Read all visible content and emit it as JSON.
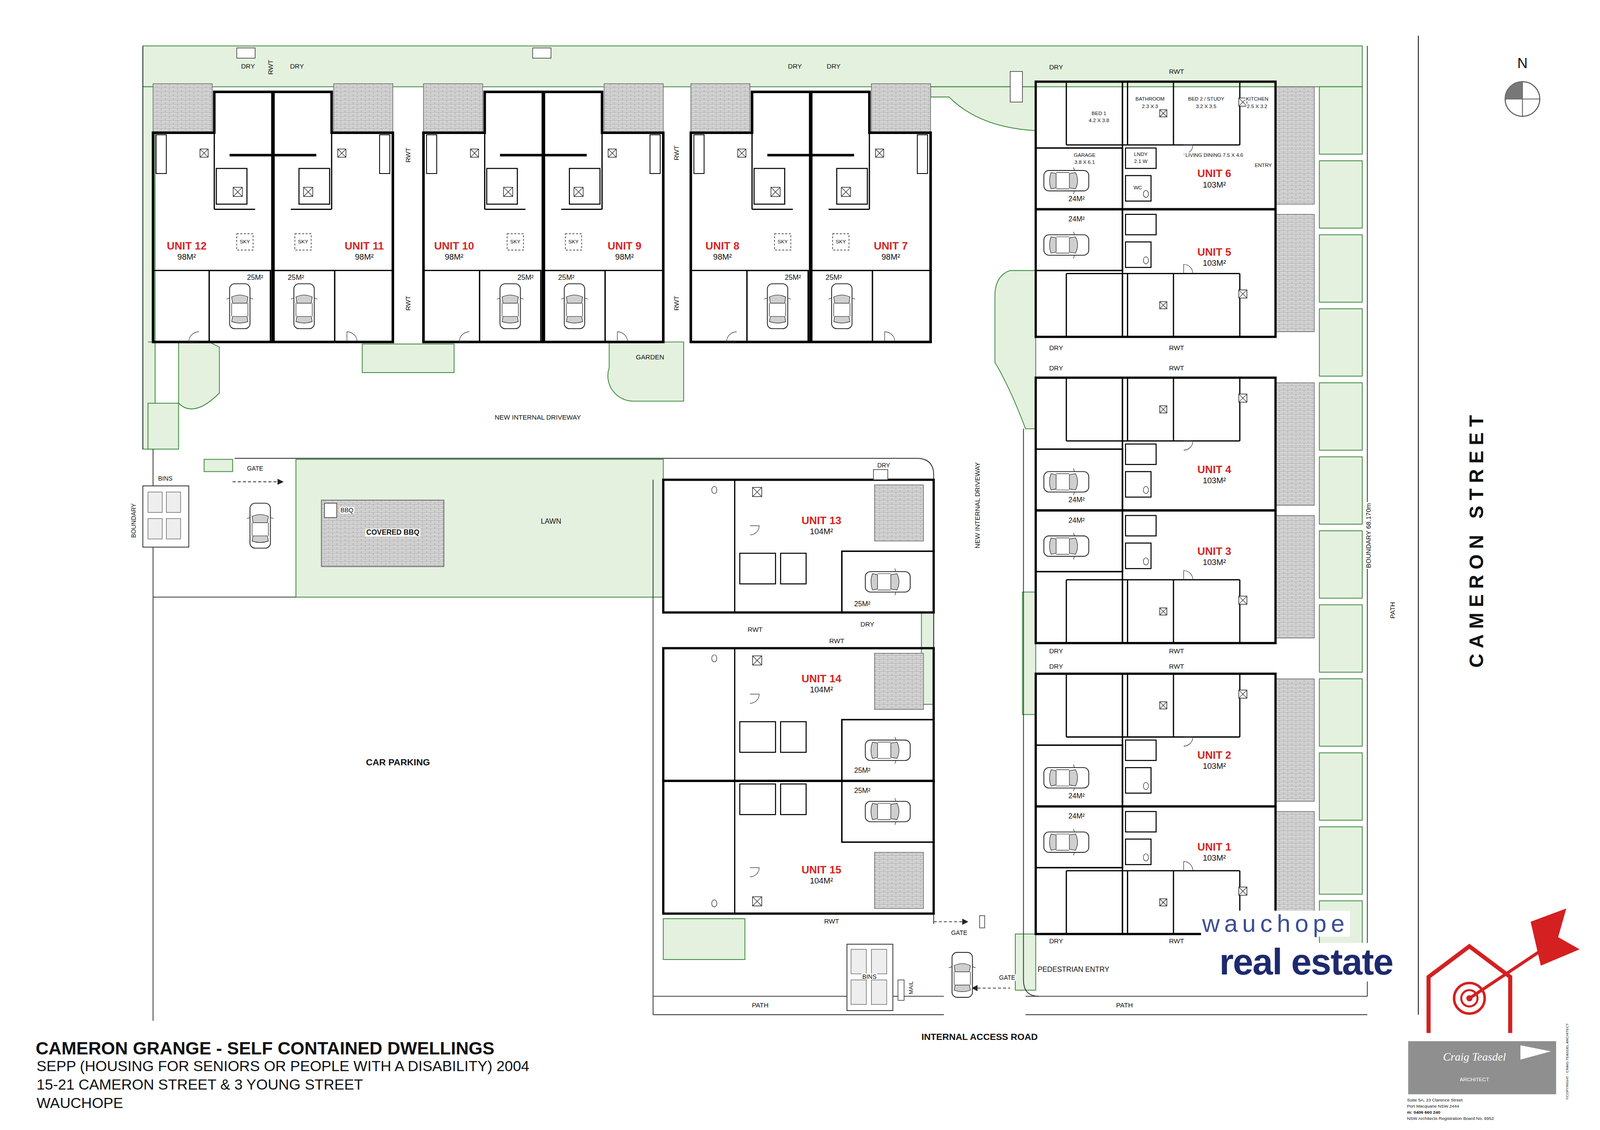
{
  "diagram": {
    "title": "CAMERON GRANGE - SELF CONTAINED DWELLINGS",
    "nodes": [
      {
        "text": [
          "UNIT 12",
          "98M²"
        ]
      },
      {
        "text": [
          "UNIT 11",
          "98M²"
        ]
      },
      {
        "text": [
          "UNIT 10",
          "98M²"
        ]
      },
      {
        "text": [
          "UNIT 9",
          "98M²"
        ]
      },
      {
        "text": [
          "UNIT 8",
          "98M²"
        ]
      },
      {
        "text": [
          "UNIT 7",
          "98M²"
        ]
      },
      {
        "text": [
          "UNIT 6",
          "103M²"
        ]
      },
      {
        "text": [
          "UNIT 5",
          "103M²"
        ]
      },
      {
        "text": [
          "UNIT 4",
          "103M²"
        ]
      },
      {
        "text": [
          "UNIT 3",
          "103M²"
        ]
      },
      {
        "text": [
          "UNIT 2",
          "103M²"
        ]
      },
      {
        "text": [
          "UNIT 1",
          "103M²"
        ]
      },
      {
        "text": [
          "UNIT 13",
          "104M²"
        ]
      },
      {
        "text": [
          "UNIT 14",
          "104M²"
        ]
      },
      {
        "text": [
          "UNIT 15",
          "104M²"
        ]
      }
    ],
    "labels": [
      "DRY",
      "RWT",
      "DRY",
      "DRY",
      "DRY",
      "RWT",
      "RWT",
      "RWT",
      "RWT",
      "SKY",
      "SKY",
      "SKY",
      "SKY",
      "SKY",
      "SKY",
      "25M²",
      "25M²",
      "25M²",
      "25M²",
      "25M²",
      "25M²",
      "GARDEN",
      "NEW INTERNAL DRIVEWAY",
      "DRY",
      "RWT",
      "BED 1",
      "4.2 X 3.8",
      "BATHROOM",
      "2.3 X 3",
      "BED 2 / STUDY",
      "3.2 X 3.5",
      "KITCHEN",
      "2.5 X 3.2",
      "ENTRY",
      "GARAGE",
      "3.8 X 6.1",
      "LNDY",
      "2.1 W",
      "WC",
      "LIVING DINING 7.5 X 4.6",
      "24M²",
      "24M²",
      "DRY",
      "RWT",
      "DRY",
      "RWT",
      "24M²",
      "24M²",
      "DRY",
      "RWT",
      "DRY",
      "RWT",
      "24M²",
      "24M²",
      "DRY",
      "RWT",
      "BINS",
      "GATE",
      "BOUNDARY",
      "BBQ",
      "COVERED BBQ",
      "LAWN",
      "DRY",
      "25M²",
      "RWT",
      "RWT",
      "DRY",
      "25M²",
      "25M²",
      "RWT",
      "NEW INTERNAL DRIVEWAY",
      "CAR PARKING",
      "GATE",
      "BINS",
      "MAIL",
      "PEDESTRIAN ENTRY",
      "GATE",
      "PATH",
      "PATH",
      "INTERNAL ACCESS ROAD",
      "BOUNDARY 68.170m",
      "PATH",
      "CAMERON STREET",
      "N",
      "SEPP (HOUSING FOR SENIORS OR PEOPLE WITH A DISABILITY) 2004",
      "15-21 CAMERON STREET & 3 YOUNG STREET",
      "WAUCHOPE",
      "wauchope",
      "real estate",
      "Craig Teasdel",
      "ARCHITECT",
      "Suite 5A, 23 Clarence Street",
      "Port Macquarie NSW 2444",
      "m: 0406 660 240",
      "NSW Architects Registration Board No. 6952",
      "©COPYRIGHT - CRAIG TEASDEL ARCHITECT"
    ]
  }
}
